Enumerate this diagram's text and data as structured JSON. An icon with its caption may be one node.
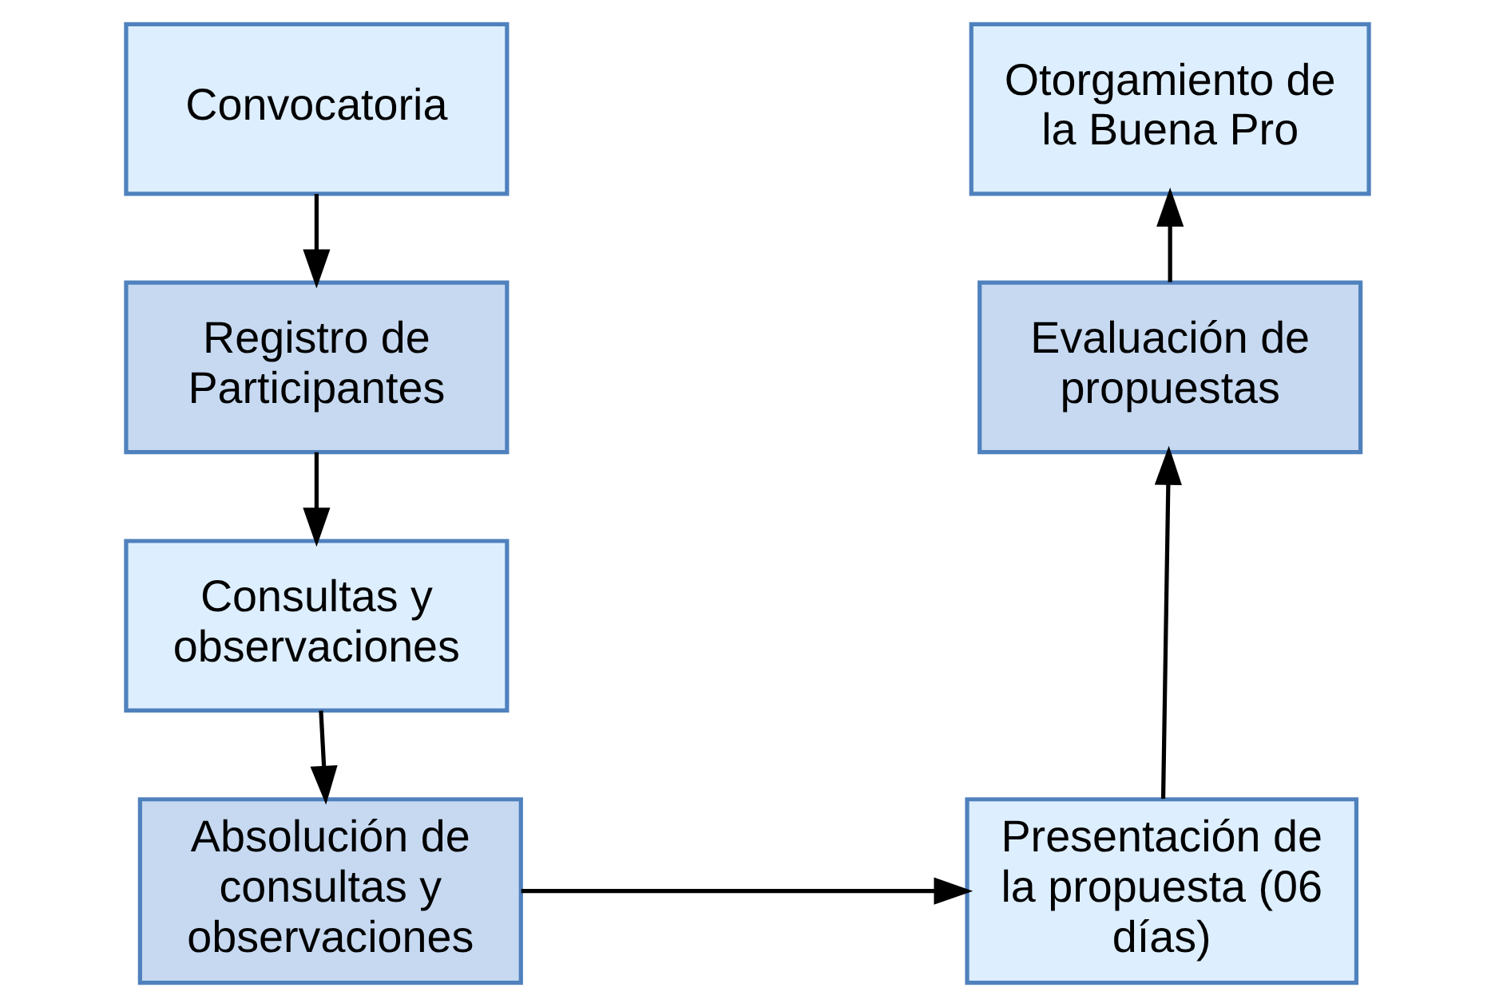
{
  "diagram": {
    "nodes": [
      {
        "text": [
          "Convocatoria"
        ]
      },
      {
        "text": [
          "Registro de Participantes"
        ]
      },
      {
        "text": [
          "Consultas y observaciones"
        ]
      },
      {
        "text": [
          "Absolución de consultas y observaciones"
        ]
      },
      {
        "text": [
          "Presentación de la propuesta (06 días)"
        ]
      },
      {
        "text": [
          "Evaluación de propuestas"
        ]
      },
      {
        "text": [
          "Otorgamiento de la Buena Pro"
        ]
      }
    ],
    "edges": [
      {
        "from": 0,
        "to": 1,
        "arrow": "to"
      },
      {
        "from": 1,
        "to": 2,
        "arrow": "to"
      },
      {
        "from": 2,
        "to": 3,
        "arrow": "to"
      },
      {
        "from": 3,
        "to": 4,
        "arrow": "to"
      },
      {
        "from": 4,
        "to": 5,
        "arrow": "to"
      },
      {
        "from": 5,
        "to": 6,
        "arrow": "to"
      }
    ]
  }
}
